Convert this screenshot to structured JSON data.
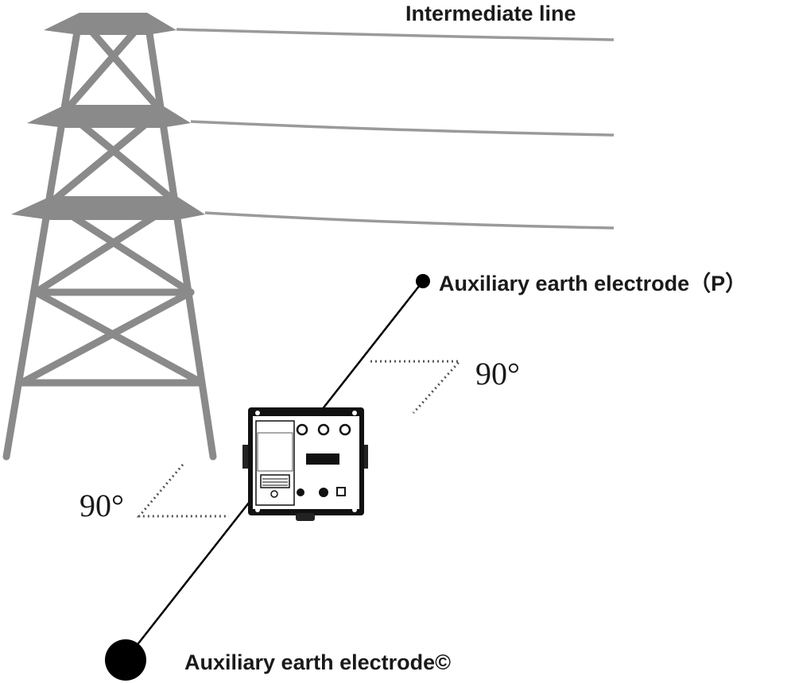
{
  "labels": {
    "intermediate_line": "Intermediate line",
    "electrode_p": "Auxiliary earth electrode（P）",
    "electrode_c": "Auxiliary earth electrode©",
    "angle_right": "90°",
    "angle_left": "90°"
  },
  "colors": {
    "tower": "#8a8a8a",
    "wire": "#9a9a9a",
    "ink": "#000000"
  },
  "icons": {
    "tower": "transmission-tower-icon",
    "tester": "earth-resistance-tester-icon",
    "electrode": "electrode-dot-icon"
  }
}
